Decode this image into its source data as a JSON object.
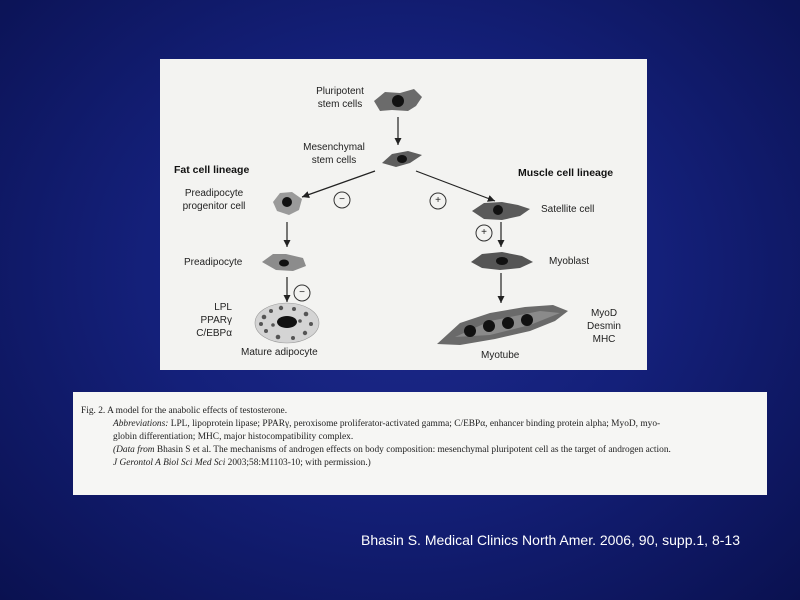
{
  "diagram": {
    "pluripotent": "Pluripotent\nstem cells",
    "mesenchymal": "Mesenchymal\nstem cells",
    "fat_lineage": "Fat cell lineage",
    "muscle_lineage": "Muscle cell lineage",
    "preadipocyte_progenitor": "Preadipocyte\nprogenitor cell",
    "preadipocyte": "Preadipocyte",
    "fat_markers": "LPL\nPPARγ\nC/EBPα",
    "mature_adipocyte": "Mature adipocyte",
    "satellite": "Satellite cell",
    "myoblast": "Myoblast",
    "muscle_markers": "MyoD\nDesmin\nMHC",
    "myotube": "Myotube",
    "minus": "−",
    "plus": "+"
  },
  "caption": {
    "line1_prefix": "Fig. 2.",
    "line1_text": "A model for the anabolic effects of testosterone.",
    "line2_label": "Abbreviations:",
    "line2_text": "LPL, lipoprotein lipase; PPARγ, peroxisome proliferator-activated gamma; C/EBPα, enhancer binding protein alpha; MyoD, myo-",
    "line3": "globin differentiation; MHC, major histocompatibility complex.",
    "line4_label": "(Data from",
    "line4_text": "Bhasin S et al. The mechanisms of androgen effects on body composition: mesenchymal pluripotent cell as the target of androgen action.",
    "line5_journal": "J Gerontol A Biol Sci Med Sci",
    "line5_text": "2003;58:M1103-10; with permission.)"
  },
  "citation": "Bhasin S. Medical Clinics North Amer. 2006, 90, supp.1, 8-13"
}
